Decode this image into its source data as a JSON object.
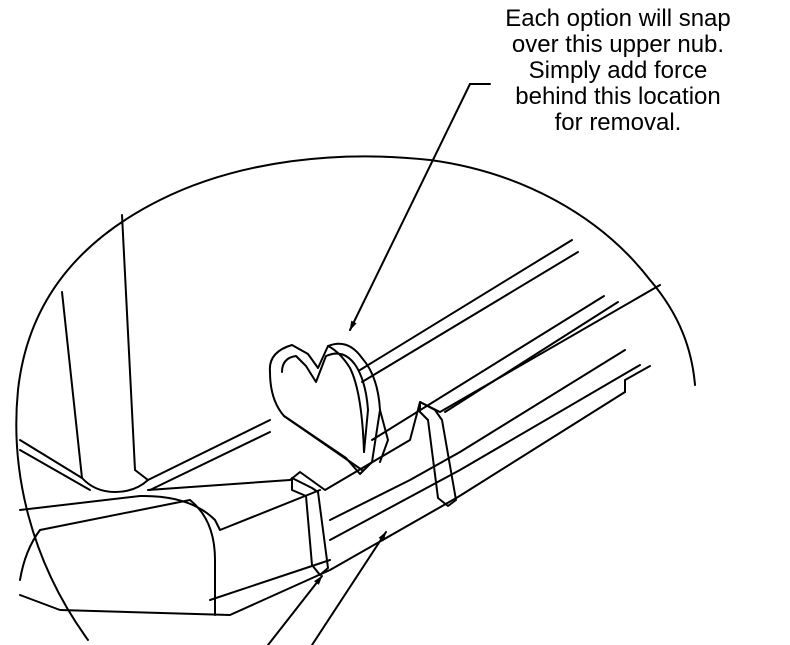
{
  "annotation": {
    "lines": [
      "Each option will snap",
      "over this upper nub.",
      "Simply add force",
      "behind this location",
      "for removal."
    ]
  },
  "colors": {
    "line": "#000000",
    "background": "#ffffff"
  }
}
